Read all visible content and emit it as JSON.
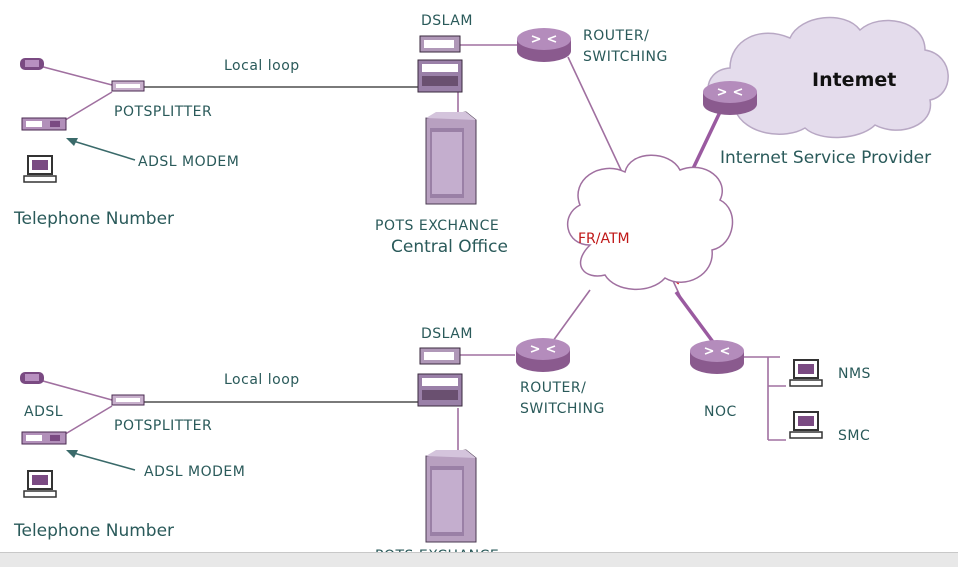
{
  "labels": {
    "dslam_top": "DSLAM",
    "router_top": "ROUTER/\nSWITCHING",
    "local_loop_top": "Local loop",
    "potsplitter_top": "POTSPLITTER",
    "adsl_modem_top": "ADSL MODEM",
    "telephone_number_top": "Telephone Number",
    "pots_exchange_top": "POTS EXCHANCE",
    "central_office_top": "Central Office",
    "internet": "Intemet",
    "isp": "Internet Service Provider",
    "fr_atm": "FR/ATM",
    "dslam_bottom": "DSLAM",
    "router_bottom": "ROUTER/\nSWITCHING",
    "local_loop_bottom": "Local loop",
    "adsl_bottom": "ADSL",
    "potsplitter_bottom": "POTSPLITTER",
    "adsl_modem_bottom": "ADSL MODEM",
    "telephone_number_bottom": "Telephone Number",
    "pots_exchange_bottom": "POTS EXCHANCE",
    "noc": "NOC",
    "nms": "NMS",
    "smc": "SMC"
  },
  "colors": {
    "device": "#a070a0",
    "label": "#2a5a5a",
    "accent": "#c01818",
    "cloud": "#e4dcec"
  }
}
